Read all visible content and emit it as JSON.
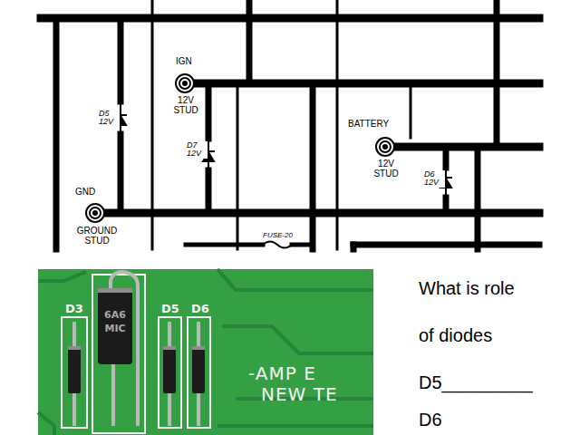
{
  "diagram": {
    "labels": [
      "D5 12V",
      "IGN",
      "12V STUD",
      "D7 12V",
      "BATTERY",
      "12V STUD",
      "D6 12V",
      "GND",
      "GROUND STUD",
      "FUSE-20",
      "D3",
      "6A6",
      "MIC",
      "D5",
      "D6",
      "-AMP E",
      "NEW TE",
      "What is role",
      "of diodes",
      "D5_________",
      "D6"
    ]
  }
}
